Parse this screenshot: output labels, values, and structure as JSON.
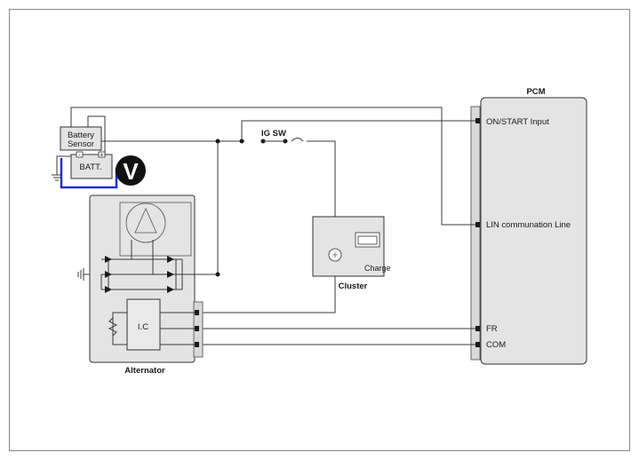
{
  "components": {
    "pcm": {
      "title": "PCM",
      "pins": {
        "on_start": "ON/START Input",
        "lin": "LIN communation Line",
        "fr": "FR",
        "com": "COM"
      }
    },
    "battery_sensor": {
      "label_line1": "Battery",
      "label_line2": "Sensor",
      "minus": "-",
      "plus": "+"
    },
    "battery": {
      "label": "BATT."
    },
    "voltmeter": {
      "symbol": "V"
    },
    "ig_switch": {
      "label": "IG SW"
    },
    "alternator": {
      "label": "Alternator",
      "ic_label": "I.C"
    },
    "cluster": {
      "label": "Cluster",
      "lamp_label": "Charge"
    }
  },
  "colors": {
    "highlight_wire": "#1f2fd0",
    "box_fill": "#e4e4e4",
    "wire": "#3a3a3a"
  }
}
